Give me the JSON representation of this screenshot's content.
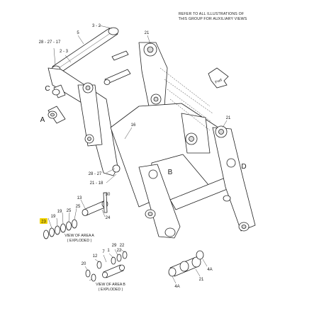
{
  "note": {
    "line1": "REFER TO ALL ILLUSTRATIONS OF",
    "line2": "THIS GROUP FOR AUXILIARY VIEWS"
  },
  "area_labels": {
    "a": "A",
    "b": "B",
    "c": "C",
    "d": "D"
  },
  "callouts": {
    "c_3_2": "3 - 2",
    "c_5": "5",
    "c_21_top": "21",
    "c_28_27_17": "28 - 27 - 17",
    "c_2_3": "2 - 3",
    "c_21_right": "21",
    "c_16": "16",
    "c_28_27": "28 - 27",
    "c_21_18": "21 - 18",
    "c_13": "13",
    "c_30": "30",
    "c_25_a": "25",
    "c_25_b": "25",
    "c_19_a": "19",
    "c_19_b": "19",
    "c_24": "24",
    "c_23": "23",
    "c_21_low": "21",
    "c_4a_right": "4A",
    "c_4a_low": "4A",
    "c_12": "12",
    "c_7": "7",
    "c_1": "1",
    "c_29": "29",
    "c_22_a": "22",
    "c_22_b": "22",
    "c_20": "20"
  },
  "captions": {
    "view_a_line1": "VIEW OF AREA  A",
    "view_a_line2": "( EXPLODED )",
    "view_b_line1": "VIEW OF AREA  B",
    "view_b_line2": "( EXPLODED )"
  },
  "badge": {
    "text": "Fwd"
  },
  "highlight_color": "#f2d400"
}
